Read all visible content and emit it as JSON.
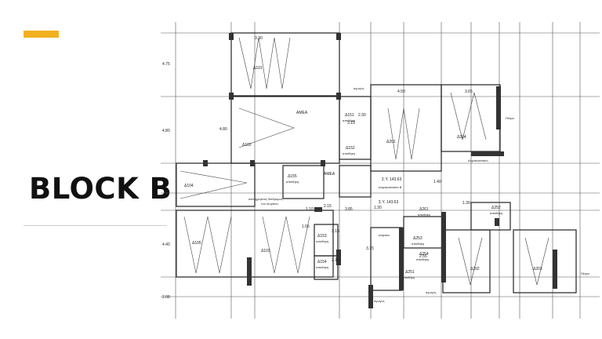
{
  "slide": {
    "title": "BLOCK B",
    "accent_color": "#f2b01e",
    "divider_color": "#cfcfcf"
  },
  "plan": {
    "dims": {
      "h1": "4.75",
      "h2": "4.80",
      "h3": "4.40",
      "h4": "2.08",
      "w_top": "3.30",
      "w_mid": "4.50",
      "w_right": "3.65",
      "c1": "4.80",
      "c2": "3.15",
      "c3": "2.30",
      "c4": "1.10",
      "c5": "1.30",
      "c6": "3.85",
      "c7": "1.40",
      "c8": "2.15",
      "c9": "1.30",
      "c10": "1.65",
      "c11": "3.15",
      "c12": "3.15",
      "c13": "2.15",
      "c14": "2.55"
    },
    "rooms": {
      "d101": "Δ101",
      "d102": "Δ102",
      "d103": "Δ103",
      "d104": "Δ104",
      "d105": "Δ105",
      "d151": "Δ151",
      "d151_sub": "αποθήκη",
      "d152": "Δ152",
      "d152_sub": "αποθήκη",
      "d153": "Δ153",
      "d153_sub": "αποθήκη",
      "d154": "Δ154",
      "d154_sub": "αποθήκη",
      "d155": "Δ155",
      "d155_sub": "αποθήκη",
      "amea1": "ΑΜΕΑ",
      "amea2": "ΑΜΕΑ",
      "d201": "Δ201",
      "d202": "Δ202",
      "d203": "Δ203",
      "d204": "Δ204",
      "d251": "Δ251",
      "d251_sub": "αποθήκη",
      "d252": "Δ252",
      "d252_sub": "αποθήκη",
      "d253": "Δ253",
      "d253_sub": "αποθήκη",
      "d254": "Δ254",
      "d254_sub": "αποθήκη",
      "d261": "Δ261",
      "d261_sub": "αποθήκη"
    },
    "notes": {
      "corridor": "κοινόχρηστος διάδρομος",
      "corridor_sub": "του ισογείου",
      "level1": "Σ.Υ. 143.63",
      "level1_sub": "κλιμακοστάσιο Β",
      "level2": "Σ.Υ. 143.63",
      "stair_up": "κλίμακα",
      "right1": "κλιμακοστάσιο",
      "right2": "Πέτρα",
      "right3": "Πέτρα",
      "top_note": "αγωγός",
      "bottom_note": "αγωγός",
      "lower_note": "αγωγός"
    }
  }
}
